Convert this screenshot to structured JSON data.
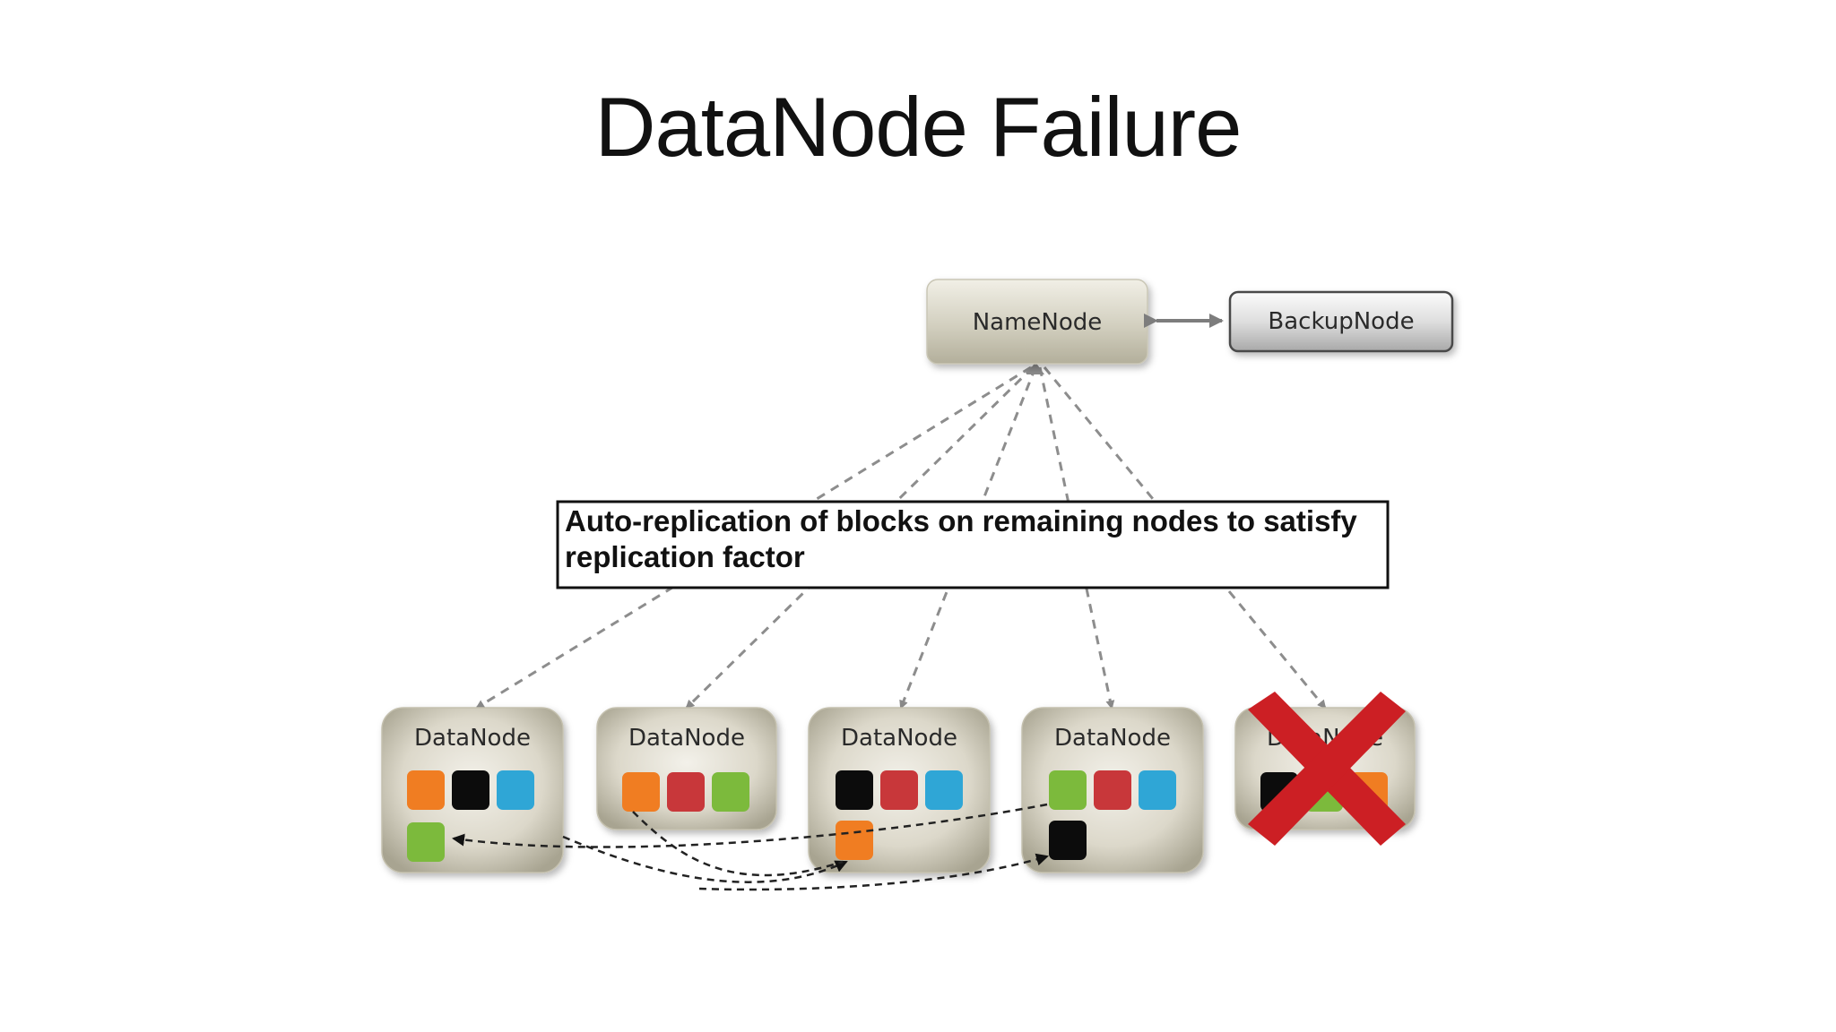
{
  "title": "DataNode Failure",
  "namenode": {
    "label": "NameNode"
  },
  "backupnode": {
    "label": "BackupNode"
  },
  "callout": {
    "line1": "Auto-replication of blocks on remaining nodes to satisfy",
    "line2": "replication factor"
  },
  "datanodes": [
    {
      "label": "DataNode",
      "blocks": [
        "orange",
        "black",
        "blue",
        "green"
      ],
      "failed": false
    },
    {
      "label": "DataNode",
      "blocks": [
        "orange",
        "red",
        "green"
      ],
      "failed": false
    },
    {
      "label": "DataNode",
      "blocks": [
        "black",
        "red",
        "blue",
        "orange"
      ],
      "failed": false
    },
    {
      "label": "DataNode",
      "blocks": [
        "green",
        "red",
        "blue",
        "black"
      ],
      "failed": false
    },
    {
      "label": "DataNode",
      "blocks": [
        "black",
        "green",
        "orange"
      ],
      "failed": true
    }
  ],
  "colors": {
    "orange": "#f07d22",
    "black": "#0c0c0c",
    "blue": "#2fa6d6",
    "green": "#7cba3c",
    "red": "#c8373a",
    "failure_x": "#cc1f24"
  }
}
